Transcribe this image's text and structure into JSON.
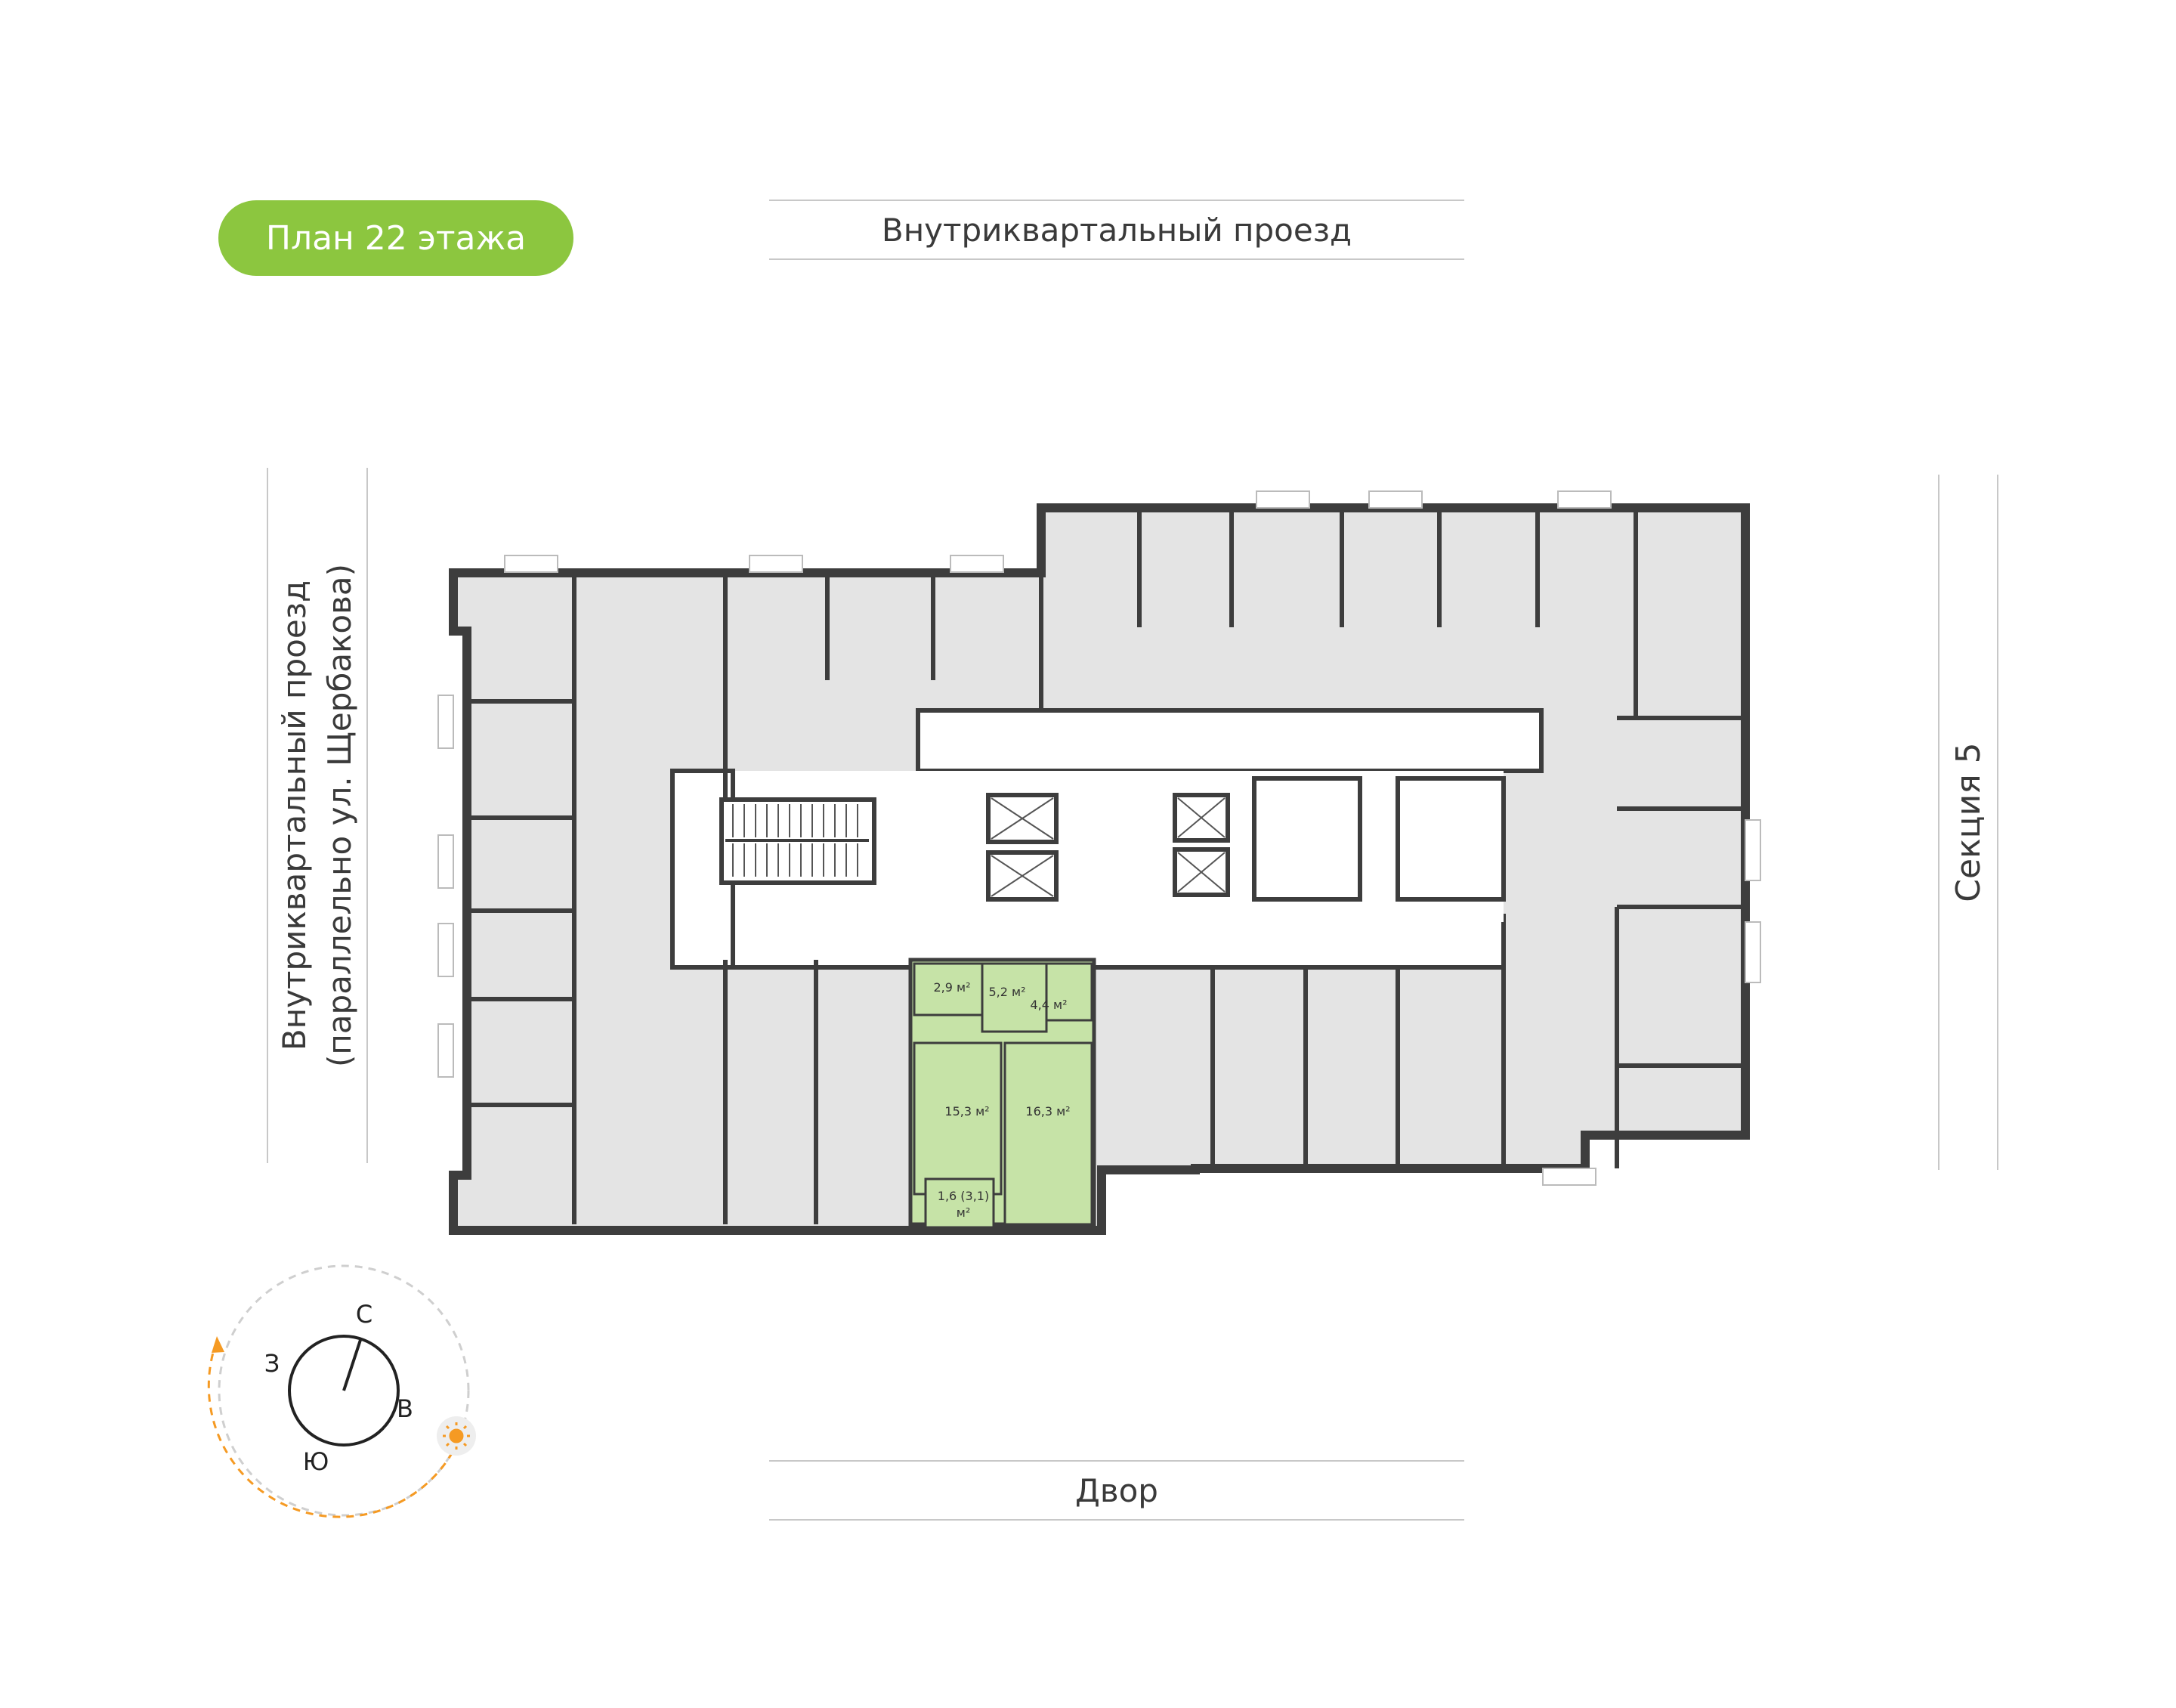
{
  "floor_badge": "План 22 этажа",
  "streets": {
    "top": "Внутриквартальный проезд",
    "bottom": "Двор",
    "left_line1": "Внутриквартальный проезд",
    "left_line2": "(параллельно ул. Щербакова)",
    "right": "Секция 5"
  },
  "apartment": {
    "rooms": {
      "hall": "2,9 м²",
      "corridor": "5,2 м²",
      "bathroom": "4,4 м²",
      "room1": "15,3 м²",
      "room2": "16,3 м²",
      "balcony_line1": "1,6 (3,1)",
      "balcony_line2": "м²"
    }
  },
  "compass": {
    "north": "С",
    "east": "В",
    "south": "Ю",
    "west": "З"
  },
  "colors": {
    "badge": "#8cc63f",
    "highlight": "#c6e3a7",
    "walls": "#3d3d3d",
    "room_fill": "#e4e4e4",
    "sun_path": "#f59a23"
  }
}
